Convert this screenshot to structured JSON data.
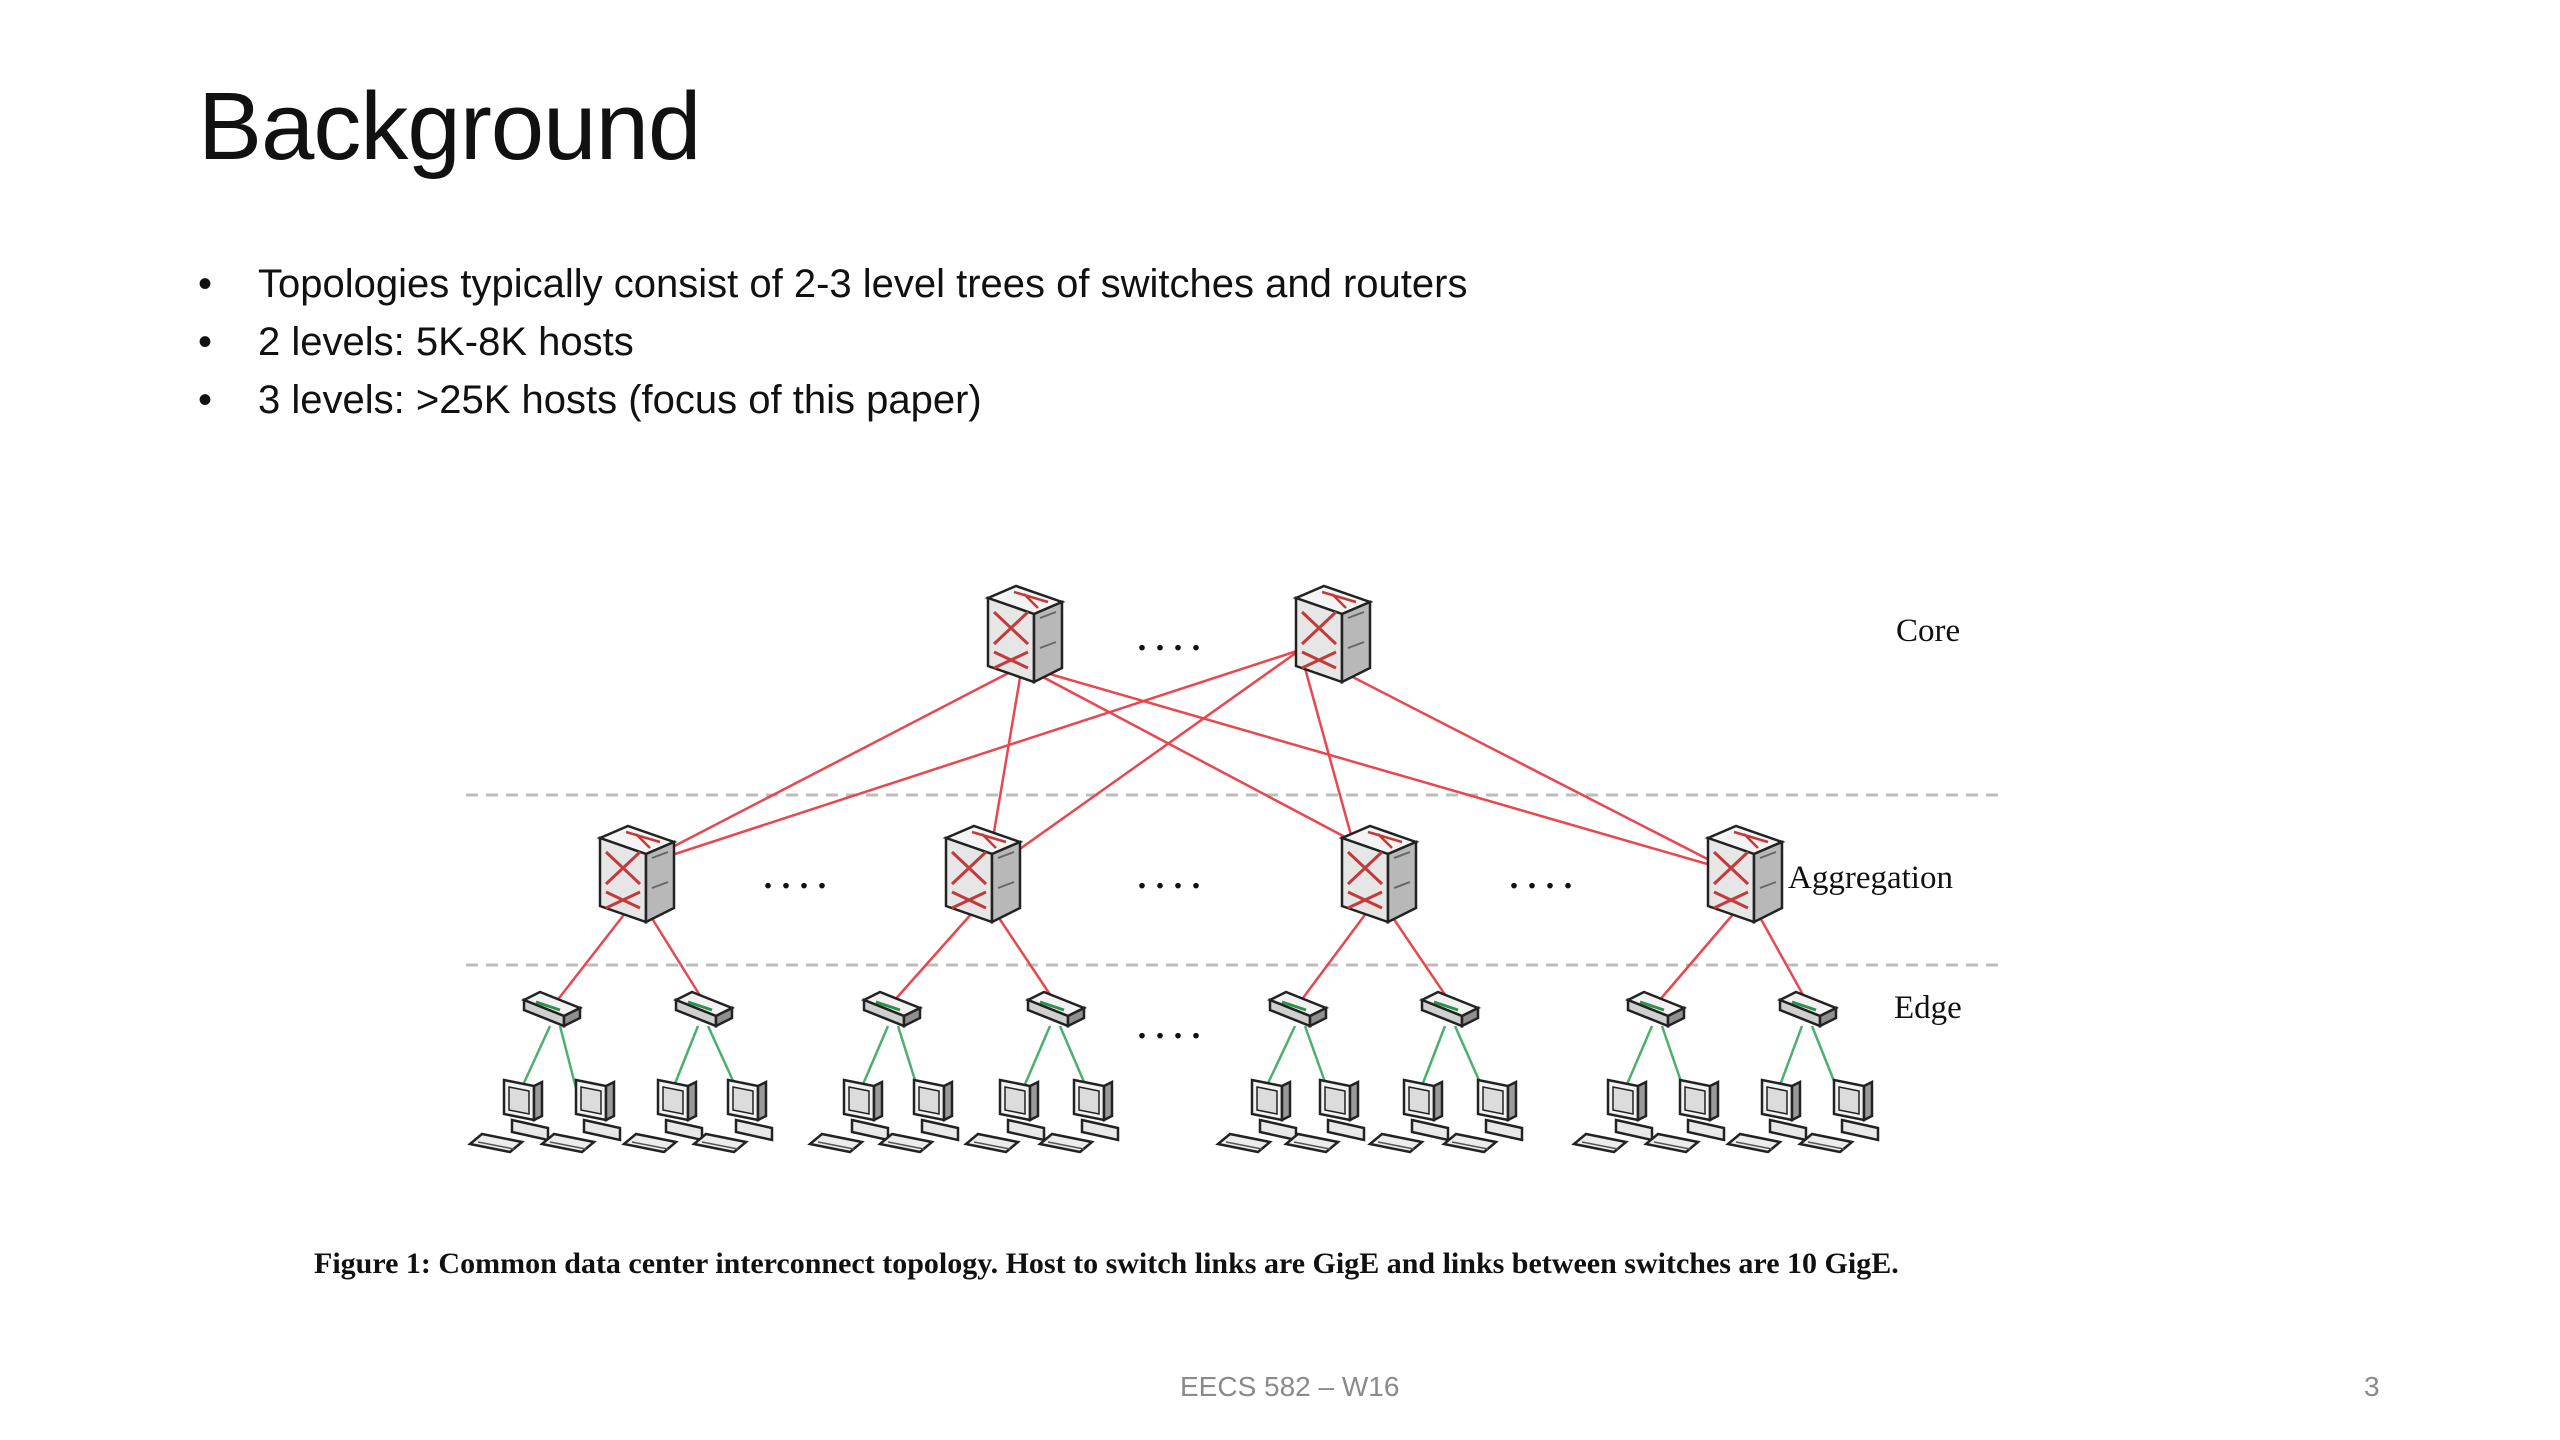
{
  "slide": {
    "title": "Background",
    "bullets": [
      "Topologies typically consist of 2-3 level trees of switches and routers",
      "2 levels: 5K-8K hosts",
      "3 levels: >25K hosts (focus of this paper)"
    ],
    "bullet_symbol": "•",
    "footer": "EECS 582 – W16",
    "page_number": "3"
  },
  "figure": {
    "levels": {
      "core": "Core",
      "aggregation": "Aggregation",
      "edge": "Edge"
    },
    "ellipsis": "....",
    "caption": "Figure 1: Common data center interconnect topology. Host to switch links are GigE and links between switches are 10 GigE.",
    "colors": {
      "switch_link": "#e8474f",
      "host_link": "#4caf6e",
      "divider": "#bdbdbd"
    },
    "icons": {
      "core_switch": "switch-cube-icon",
      "agg_switch": "switch-cube-icon",
      "edge_switch": "edge-switch-icon",
      "host": "workstation-icon"
    }
  }
}
